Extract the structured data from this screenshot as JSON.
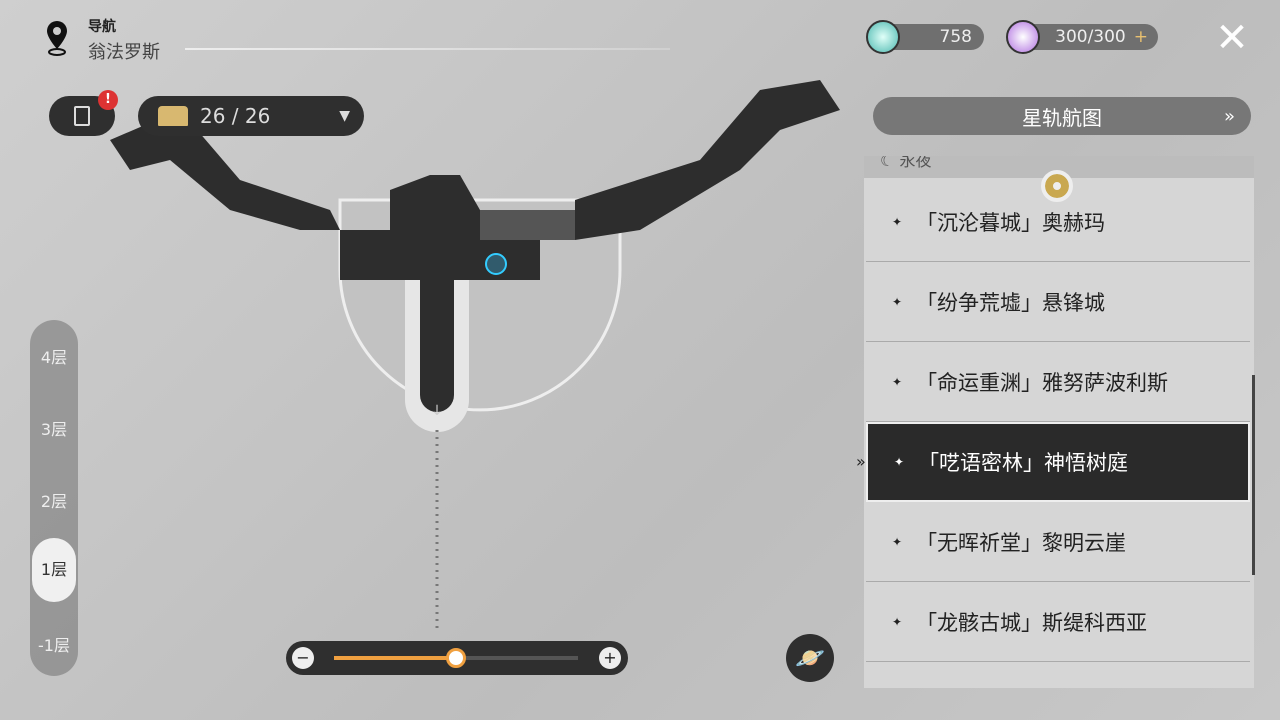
{
  "header": {
    "title": "导航",
    "location": "翁法罗斯",
    "icon": "map-pin-icon"
  },
  "toolbar": {
    "quest_icon": "clipboard-icon",
    "chest_count": "26 / 26",
    "chest_icon": "treasure-chest-icon"
  },
  "resources": [
    {
      "value": "758",
      "icon": "stellar-jade-icon"
    },
    {
      "value": "300/300",
      "icon": "trailblaze-power-icon",
      "plus": "+"
    }
  ],
  "star_rail_map_button": "星轨航图",
  "list": {
    "section": "永夜",
    "items": [
      {
        "label": "「沉沦暮城」奥赫玛",
        "selected": false
      },
      {
        "label": "「纷争荒墟」悬锋城",
        "selected": false
      },
      {
        "label": "「命运重渊」雅努萨波利斯",
        "selected": false
      },
      {
        "label": "「呓语密林」神悟树庭",
        "selected": true
      },
      {
        "label": "「无晖祈堂」黎明云崖",
        "selected": false
      },
      {
        "label": "「龙骸古城」斯缇科西亚",
        "selected": false
      }
    ]
  },
  "floors": [
    "4层",
    "3层",
    "2层",
    "1层",
    "-1层"
  ],
  "selected_floor": "1层",
  "zoom": {
    "level": 0.5,
    "minus": "−",
    "plus": "+"
  },
  "colors": {
    "accent": "#f0a040",
    "selected_bg": "#2a2a2a"
  }
}
